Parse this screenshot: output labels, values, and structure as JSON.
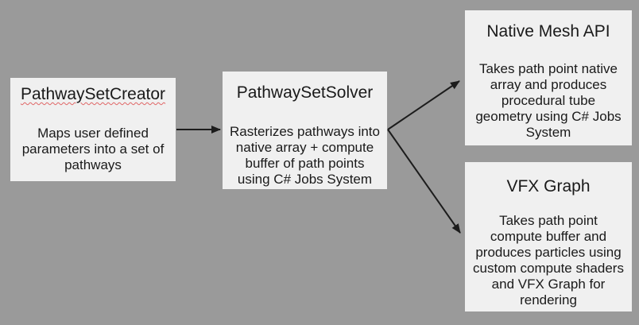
{
  "diagram": {
    "background_color": "#9a9a9a",
    "node_fill_color": "#f0f0f0",
    "text_color": "#1a1a1a",
    "arrow_color": "#1c1c1c",
    "spellcheck_underline_color": "#e06666",
    "nodes": [
      {
        "id": "pathway-set-creator",
        "title": "PathwaySetCreator",
        "description": "Maps user defined\nparameters into a set of\npathways"
      },
      {
        "id": "pathway-set-solver",
        "title": "PathwaySetSolver",
        "description": "Rasterizes pathways into\nnative array + compute\nbuffer of path points\nusing C# Jobs System"
      },
      {
        "id": "native-mesh-api",
        "title": "Native Mesh API",
        "description": "Takes path point native\narray and produces\nprocedural tube\ngeometry using C# Jobs\nSystem"
      },
      {
        "id": "vfx-graph",
        "title": "VFX Graph",
        "description": "Takes path point\ncompute buffer and\nproduces particles using\ncustom compute shaders\nand VFX Graph for\nrendering"
      }
    ],
    "edges": [
      {
        "from": "PathwaySetCreator",
        "to": "PathwaySetSolver"
      },
      {
        "from": "PathwaySetSolver",
        "to": "Native Mesh API"
      },
      {
        "from": "PathwaySetSolver",
        "to": "VFX Graph"
      }
    ]
  }
}
